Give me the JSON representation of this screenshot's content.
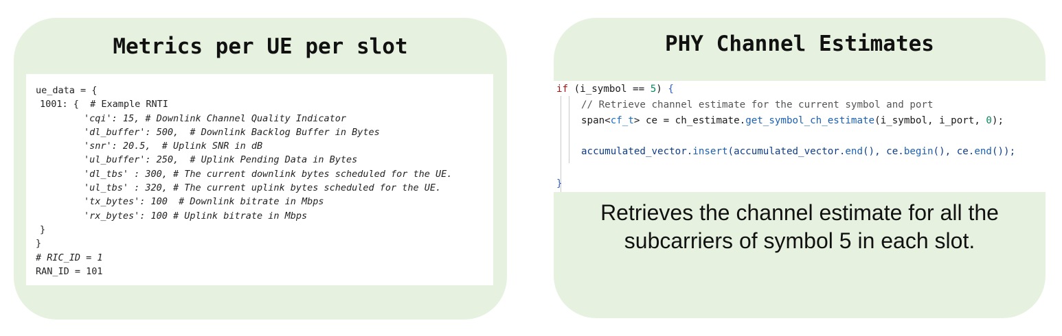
{
  "left_panel": {
    "title": "Metrics per UE per slot",
    "code_lines": [
      {
        "indent": 0,
        "italic": false,
        "text": "ue_data = {"
      },
      {
        "indent": 1,
        "italic": false,
        "text": "1001: {  # Example RNTI"
      },
      {
        "indent": 2,
        "italic": true,
        "text": "'cqi': 15, # Downlink Channel Quality Indicator"
      },
      {
        "indent": 2,
        "italic": true,
        "text": "'dl_buffer': 500,  # Downlink Backlog Buffer in Bytes"
      },
      {
        "indent": 2,
        "italic": true,
        "text": "'snr': 20.5,  # Uplink SNR in dB"
      },
      {
        "indent": 2,
        "italic": true,
        "text": "'ul_buffer': 250,  # Uplink Pending Data in Bytes"
      },
      {
        "indent": 2,
        "italic": true,
        "text": "'dl_tbs' : 300, # The current downlink bytes scheduled for the UE."
      },
      {
        "indent": 2,
        "italic": true,
        "text": "'ul_tbs' : 320, # The current uplink bytes scheduled for the UE."
      },
      {
        "indent": 2,
        "italic": true,
        "text": "'tx_bytes': 100  # Downlink bitrate in Mbps"
      },
      {
        "indent": 2,
        "italic": true,
        "text": "'rx_bytes': 100 # Uplink bitrate in Mbps"
      },
      {
        "indent": 1,
        "italic": false,
        "text": "}"
      },
      {
        "indent": 0,
        "italic": false,
        "text": "}"
      },
      {
        "indent": 0,
        "italic": true,
        "text": "# RIC_ID = 1"
      },
      {
        "indent": 0,
        "italic": false,
        "text": "RAN_ID = 101"
      }
    ]
  },
  "right_panel": {
    "title": "PHY Channel Estimates",
    "code": {
      "line1": {
        "kw": "if",
        "open": " (i_symbol == ",
        "num": "5",
        "close": ") ",
        "brace": "{"
      },
      "comment": "// Retrieve channel estimate for the current symbol and port",
      "line3": {
        "span": "span<",
        "type": "cf_t",
        "mid": "> ce = ch_estimate.",
        "fn": "get_symbol_ch_estimate",
        "args": "(i_symbol, i_port, ",
        "zero": "0",
        "end": ");"
      },
      "line5": {
        "obj": "accumulated_vector.",
        "insert": "insert",
        "p1": "(accumulated_vector.",
        "end1": "end",
        "p2": "(), ce.",
        "begin": "begin",
        "p3": "(), ce.",
        "end2": "end",
        "p4": "());"
      },
      "closing_brace": "}"
    },
    "caption": "Retrieves the channel estimate for all the subcarriers of symbol 5 in each slot.",
    "colors": {
      "panel_bg": "#e6f2df",
      "keyword": "#a31515",
      "number": "#098658",
      "function": "#1a5fb4",
      "comment": "#555555"
    }
  }
}
